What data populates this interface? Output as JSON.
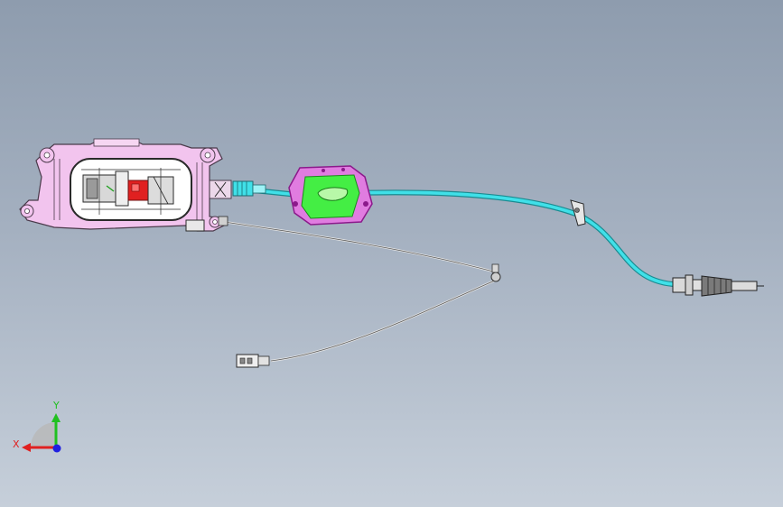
{
  "viewport": {
    "background_top": "#8e9cae",
    "background_bottom": "#c6cfda"
  },
  "model": {
    "colors": {
      "housing": "#f2c4ee",
      "housing_edge": "#4a3a4a",
      "bracket": "#e07ce0",
      "bracket_edge": "#8b1a8b",
      "bracket_face": "#44ee44",
      "cable": "#40e0e8",
      "cable_edge": "#1a8a90",
      "highlight": "#e02020",
      "wire": "#d0d0d0"
    },
    "parts": [
      {
        "name": "actuator-housing"
      },
      {
        "name": "cable-clip-bracket"
      },
      {
        "name": "shift-cable"
      },
      {
        "name": "cable-end-boot"
      },
      {
        "name": "sensor-wire"
      },
      {
        "name": "wire-connector"
      }
    ]
  },
  "triad": {
    "x_label": "X",
    "y_label": "Y",
    "x_color": "#e02020",
    "y_color": "#20c020",
    "z_color": "#2020e0"
  }
}
